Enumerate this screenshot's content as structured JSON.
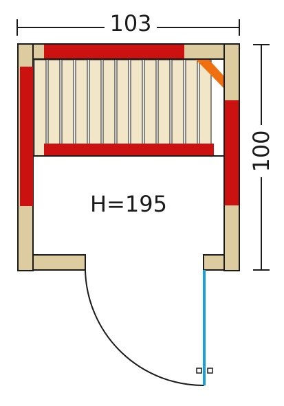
{
  "dimensions": {
    "width": "103",
    "depth": "100",
    "height": "H=195"
  },
  "colors": {
    "wood": "#dccca0",
    "wood_light": "#f1e6c8",
    "heater": "#cc1111",
    "corner_heater": "#f07010",
    "glass": "#1aa0d8",
    "outline": "#1a1a1a",
    "background": "#ffffff"
  }
}
